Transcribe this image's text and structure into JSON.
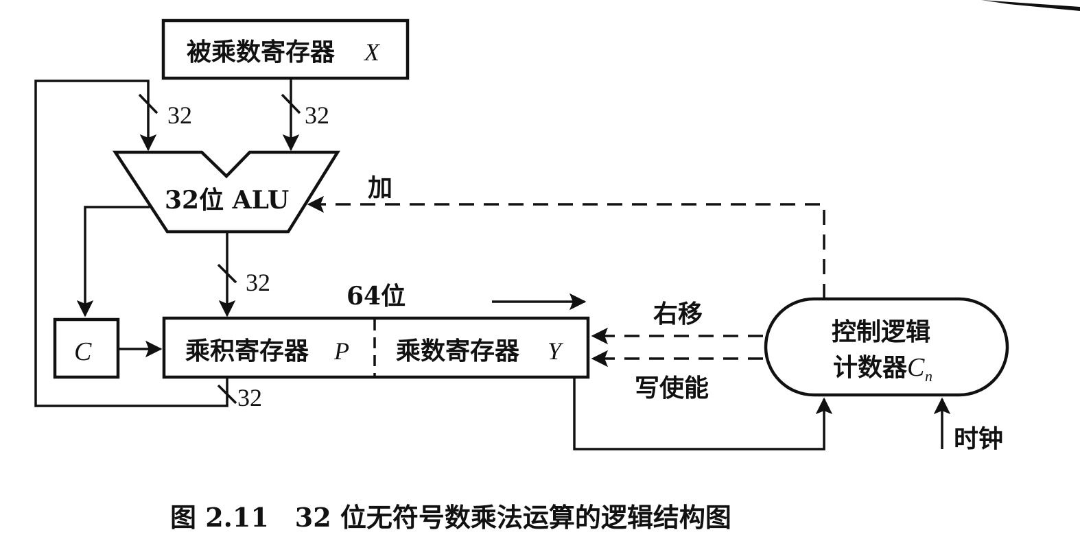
{
  "diagram": {
    "multiplicand_register": {
      "label": "被乘数寄存器",
      "var": "X"
    },
    "alu": {
      "label": "32位 ALU"
    },
    "carry": {
      "label": "C"
    },
    "product_register": {
      "label": "乘积寄存器",
      "var": "P"
    },
    "multiplier_register": {
      "label": "乘数寄存器",
      "var": "Y"
    },
    "control": {
      "line1": "控制逻辑",
      "line2": "计数器",
      "var": "C",
      "sub": "n"
    },
    "register_width": "64位",
    "bus_widths": {
      "alu_left_in": "32",
      "alu_right_in": "32",
      "alu_out": "32",
      "product_feedback": "32"
    },
    "signals": {
      "add": "加",
      "shift_right": "右移",
      "write_enable": "写使能",
      "clock": "时钟"
    }
  },
  "caption": "图 2.11　32 位无符号数乘法运算的逻辑结构图",
  "colors": {
    "ink": "#111111",
    "background": "#ffffff"
  }
}
